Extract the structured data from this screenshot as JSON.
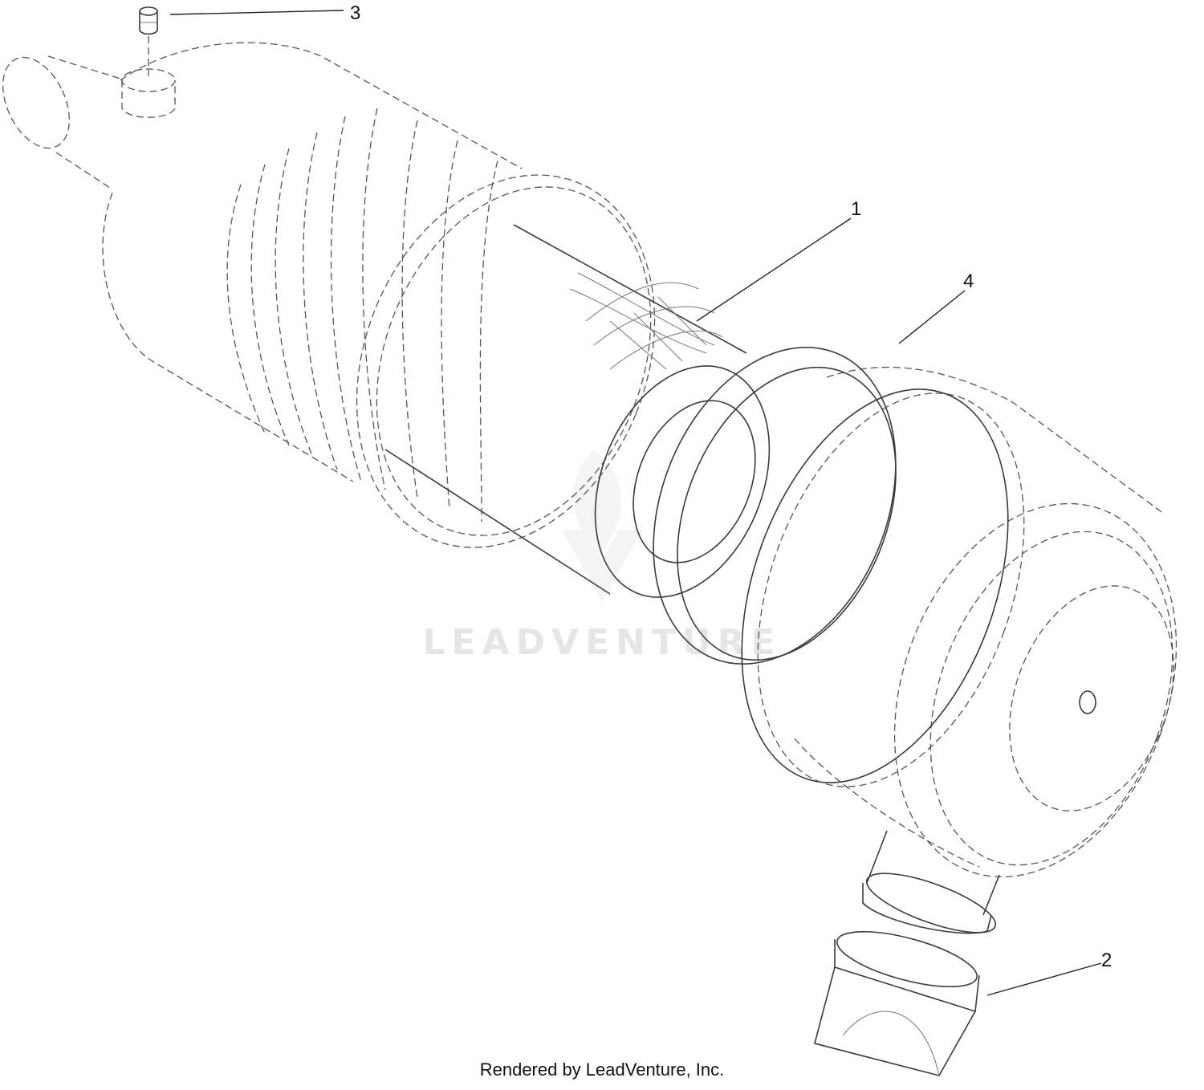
{
  "callouts": [
    {
      "id": "1",
      "label": "1"
    },
    {
      "id": "2",
      "label": "2"
    },
    {
      "id": "3",
      "label": "3"
    },
    {
      "id": "4",
      "label": "4"
    }
  ],
  "watermark": {
    "text": "LEADVENTURE"
  },
  "footer": {
    "text": "Rendered by LeadVenture, Inc."
  },
  "colors": {
    "line": "#3a3a3a",
    "watermark": "#e6e6e6"
  }
}
